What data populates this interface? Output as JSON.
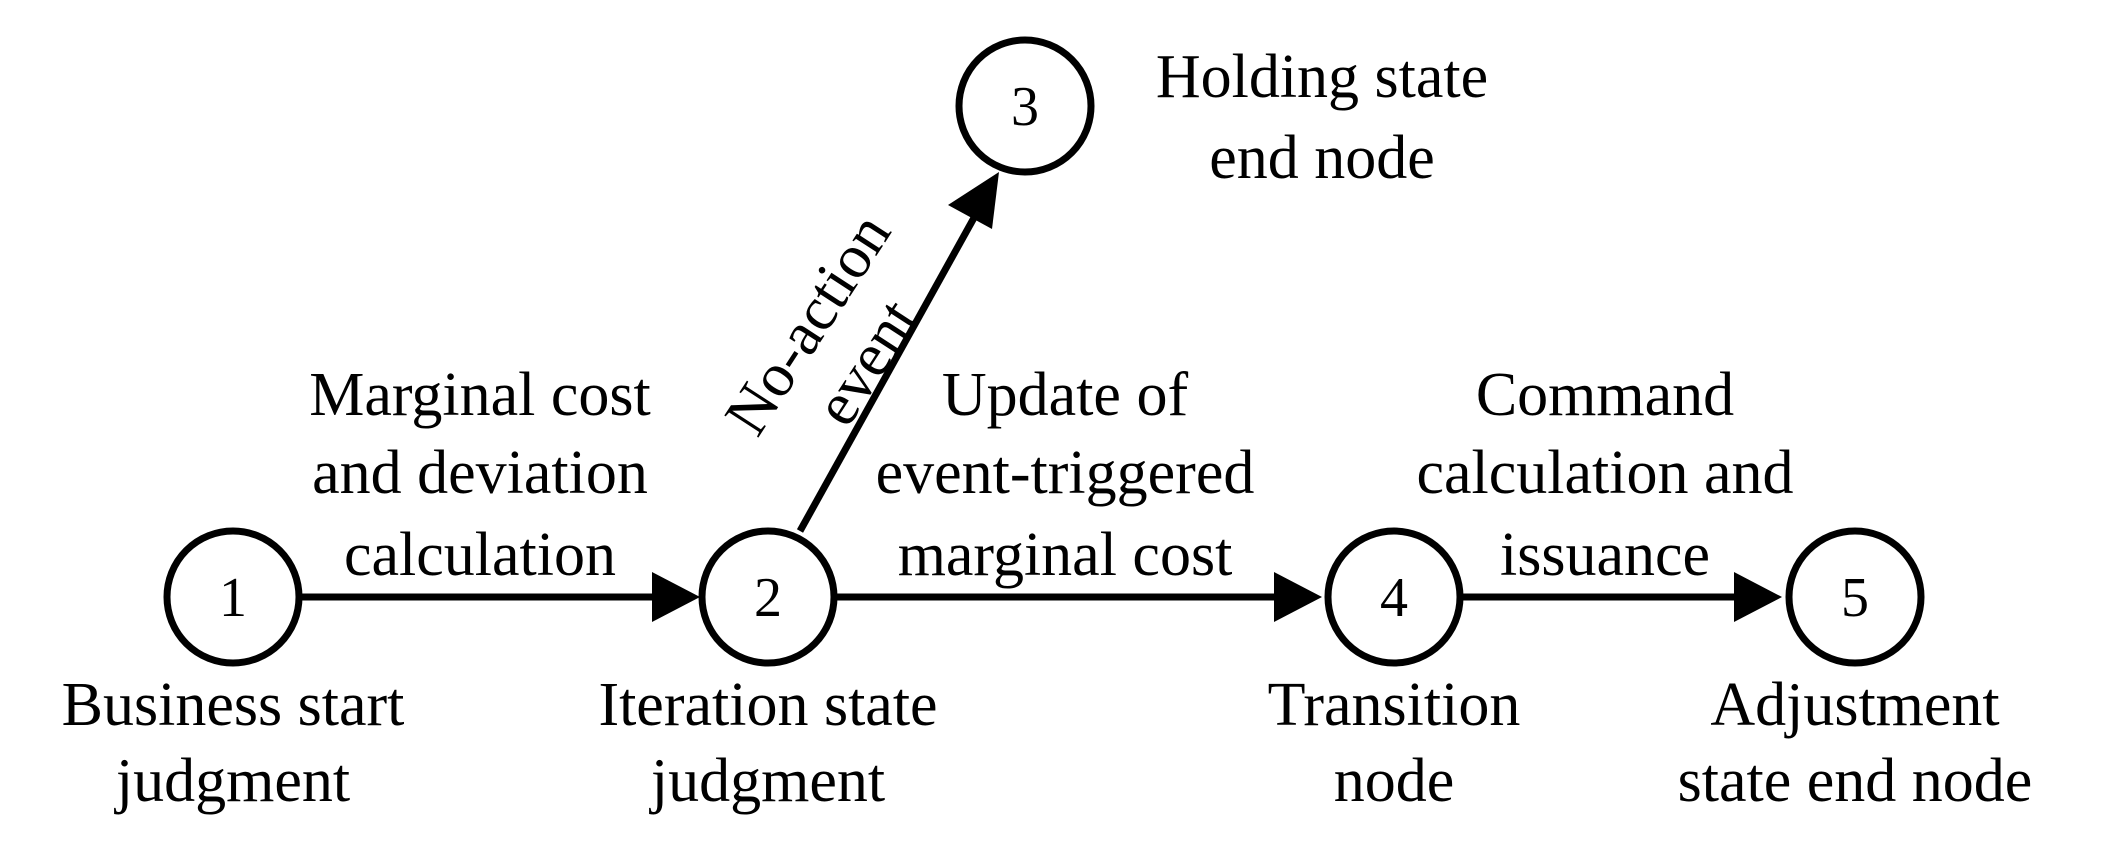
{
  "diagram": {
    "nodes": [
      {
        "id": "1",
        "label_lines": [
          "Business start",
          "judgment"
        ]
      },
      {
        "id": "2",
        "label_lines": [
          "Iteration state",
          "judgment"
        ]
      },
      {
        "id": "3",
        "label_lines": [
          "Holding state",
          "end node"
        ]
      },
      {
        "id": "4",
        "label_lines": [
          "Transition",
          "node"
        ]
      },
      {
        "id": "5",
        "label_lines": [
          "Adjustment",
          "state end node"
        ]
      }
    ],
    "edges": [
      {
        "from": "1",
        "to": "2",
        "label_lines": [
          "Marginal cost",
          "and deviation",
          "calculation"
        ]
      },
      {
        "from": "2",
        "to": "3",
        "label_lines": [
          "No-action",
          "event"
        ]
      },
      {
        "from": "2",
        "to": "4",
        "label_lines": [
          "Update of",
          "event-triggered",
          "marginal cost"
        ]
      },
      {
        "from": "4",
        "to": "5",
        "label_lines": [
          "Command",
          "calculation and",
          "issuance"
        ]
      }
    ]
  }
}
